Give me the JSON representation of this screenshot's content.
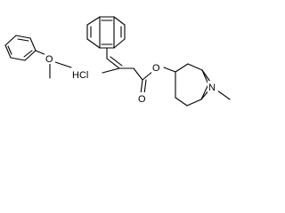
{
  "labels": {
    "ring_oxygen": "O",
    "salt": "HCl",
    "ester_oxygen": "O",
    "carbonyl_oxygen": "O",
    "nitrogen": "N"
  }
}
